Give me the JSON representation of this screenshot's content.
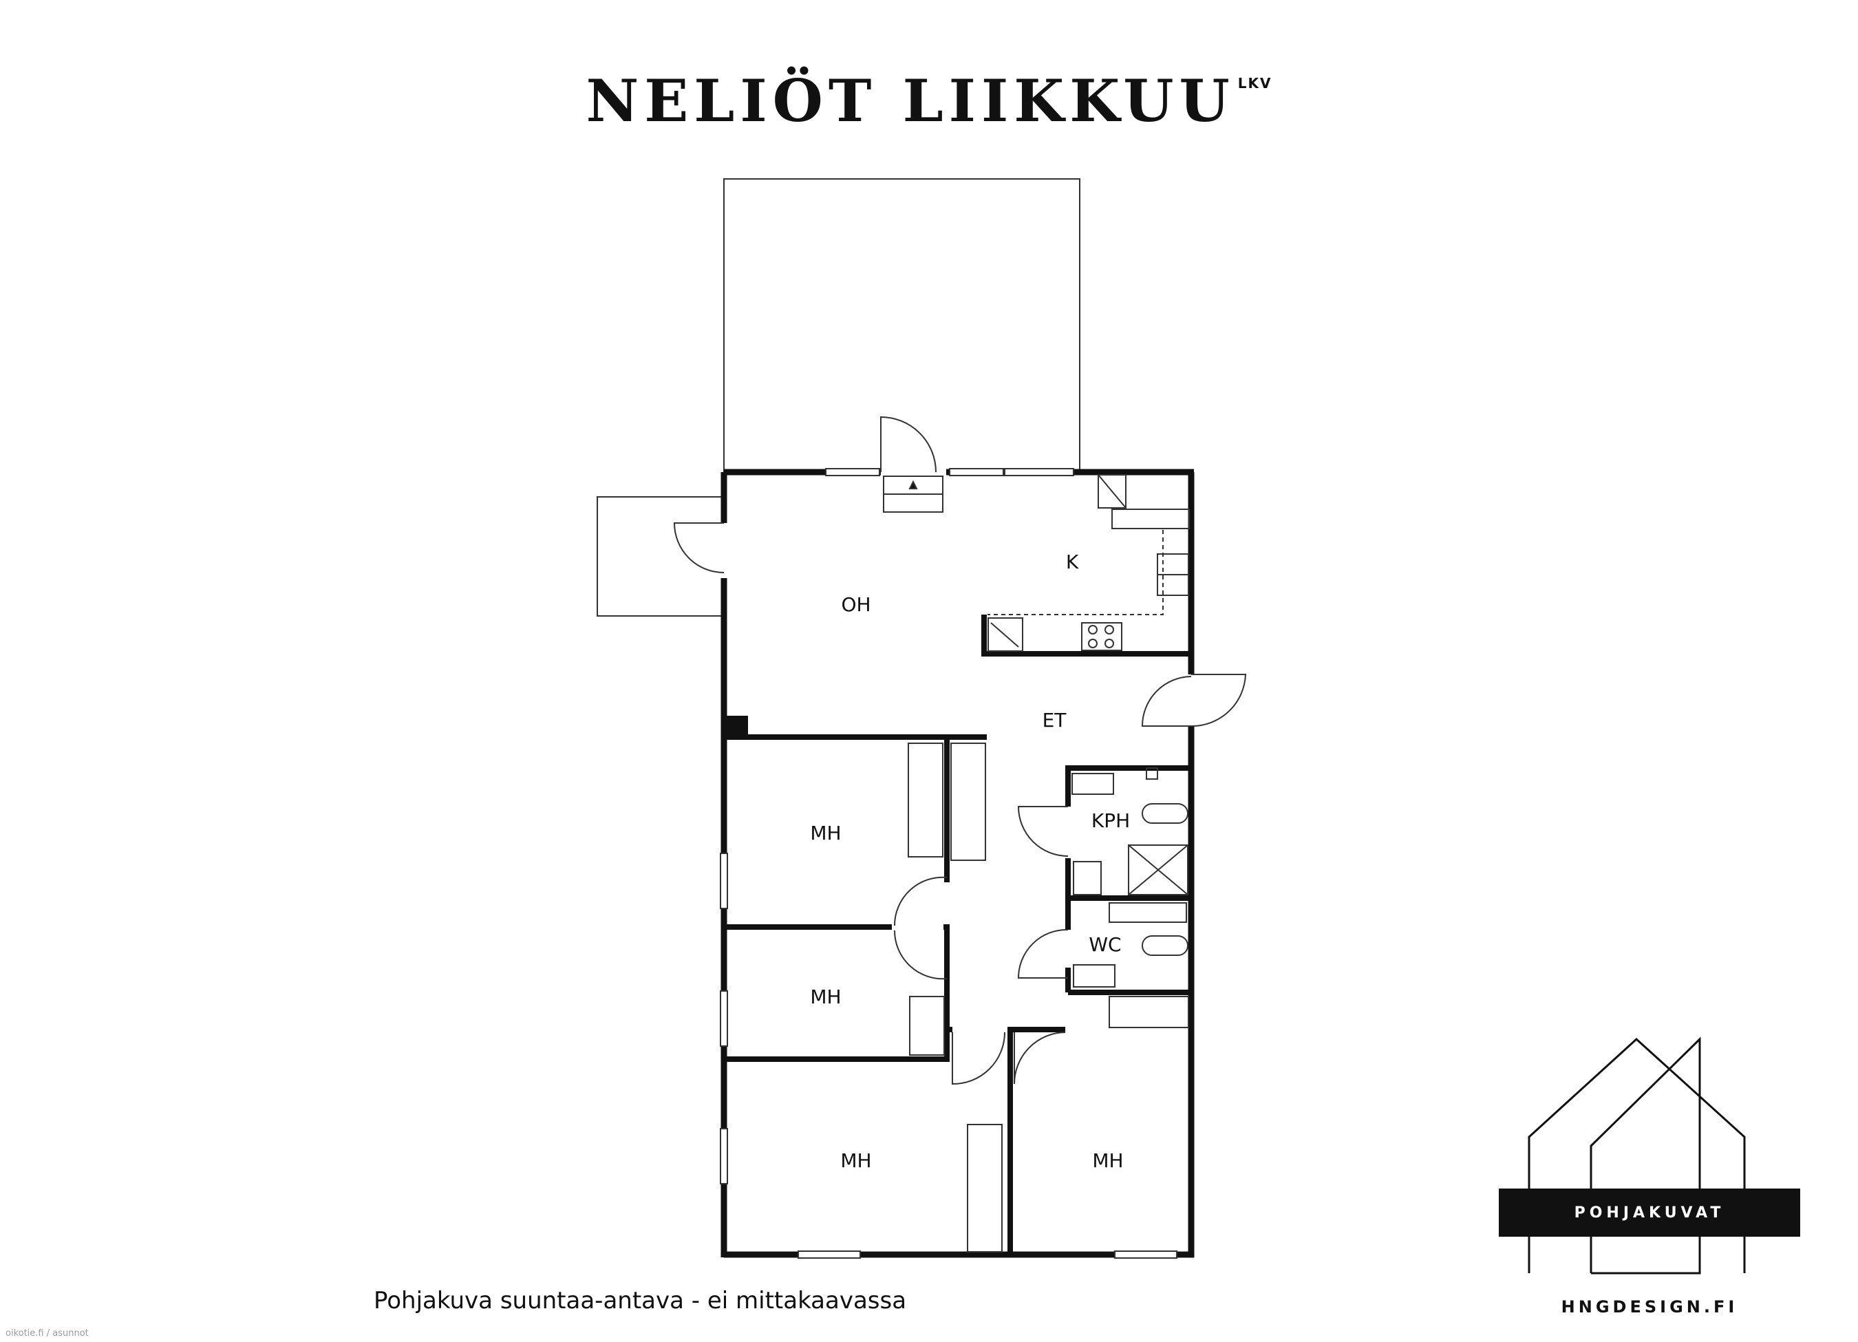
{
  "header": {
    "brand_name": "NELIÖT LIIKKUU",
    "brand_suffix": "LKV"
  },
  "floorplan": {
    "rooms": [
      {
        "id": "oh",
        "label": "OH"
      },
      {
        "id": "k",
        "label": "K"
      },
      {
        "id": "et",
        "label": "ET"
      },
      {
        "id": "kph",
        "label": "KPH"
      },
      {
        "id": "wc",
        "label": "WC"
      },
      {
        "id": "mh1",
        "label": "MH"
      },
      {
        "id": "mh2",
        "label": "MH"
      },
      {
        "id": "mh3",
        "label": "MH"
      },
      {
        "id": "mh4",
        "label": "MH"
      }
    ]
  },
  "footer": {
    "disclaimer": "Pohjakuva suuntaa-antava - ei mittakaavassa"
  },
  "logo": {
    "band_text": "POHJAKUVAT",
    "url_text": "HNGDESIGN.FI"
  },
  "watermark": {
    "text": "oikotie.fi / asunnot"
  },
  "colors": {
    "wall": "#111111",
    "thin_line": "#333333",
    "background": "#ffffff"
  }
}
